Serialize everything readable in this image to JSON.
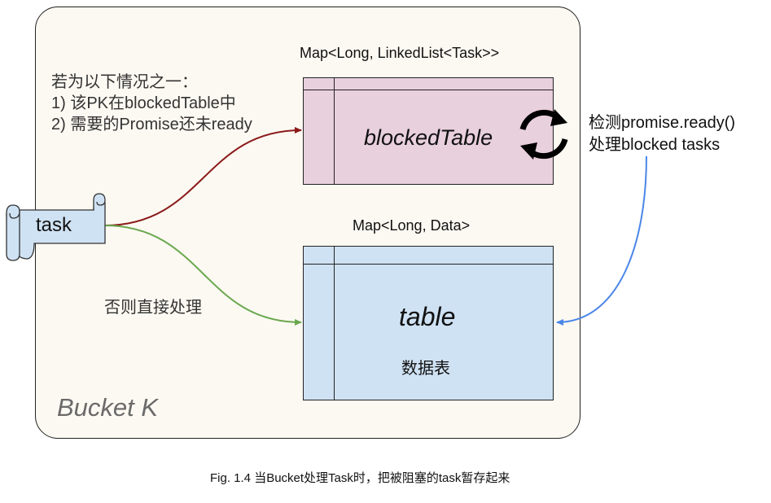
{
  "bucket": {
    "label": "Bucket K"
  },
  "task": {
    "label": "task"
  },
  "conditions": {
    "line1": "若为以下情况之一：",
    "line2": "1) 该PK在blockedTable中",
    "line3": "2) 需要的Promise还未ready"
  },
  "otherwise": "否则直接处理",
  "blocked_table": {
    "map_type": "Map<Long, LinkedList<Task>>",
    "name": "blockedTable"
  },
  "data_table": {
    "map_type": "Map<Long, Data>",
    "name": "table",
    "subtitle": "数据表"
  },
  "side_note": {
    "line1": "检测promise.ready()",
    "line2": "处理blocked tasks"
  },
  "caption": "Fig. 1.4 当Bucket处理Task时，把被阻塞的task暂存起来",
  "colors": {
    "blocked_arrow": "#8b1a1a",
    "direct_arrow": "#6aa84f",
    "loop_arrow": "#4a86e8",
    "blocked_fill": "#e8d0dc",
    "table_fill": "#cfe2f3",
    "bucket_fill": "#fcf9f2"
  },
  "icons": {
    "refresh": "refresh-cycle-icon",
    "scroll": "scroll-shape"
  }
}
